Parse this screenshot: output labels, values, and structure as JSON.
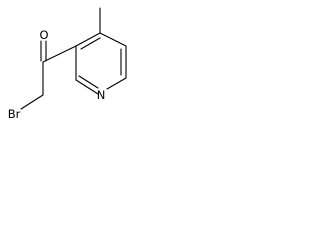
{
  "molecule": {
    "atoms": {
      "oxygen": "O",
      "nitrogen": "N",
      "bromine": "Br"
    },
    "colors": {
      "stroke": "#000000",
      "background": "#ffffff"
    }
  }
}
